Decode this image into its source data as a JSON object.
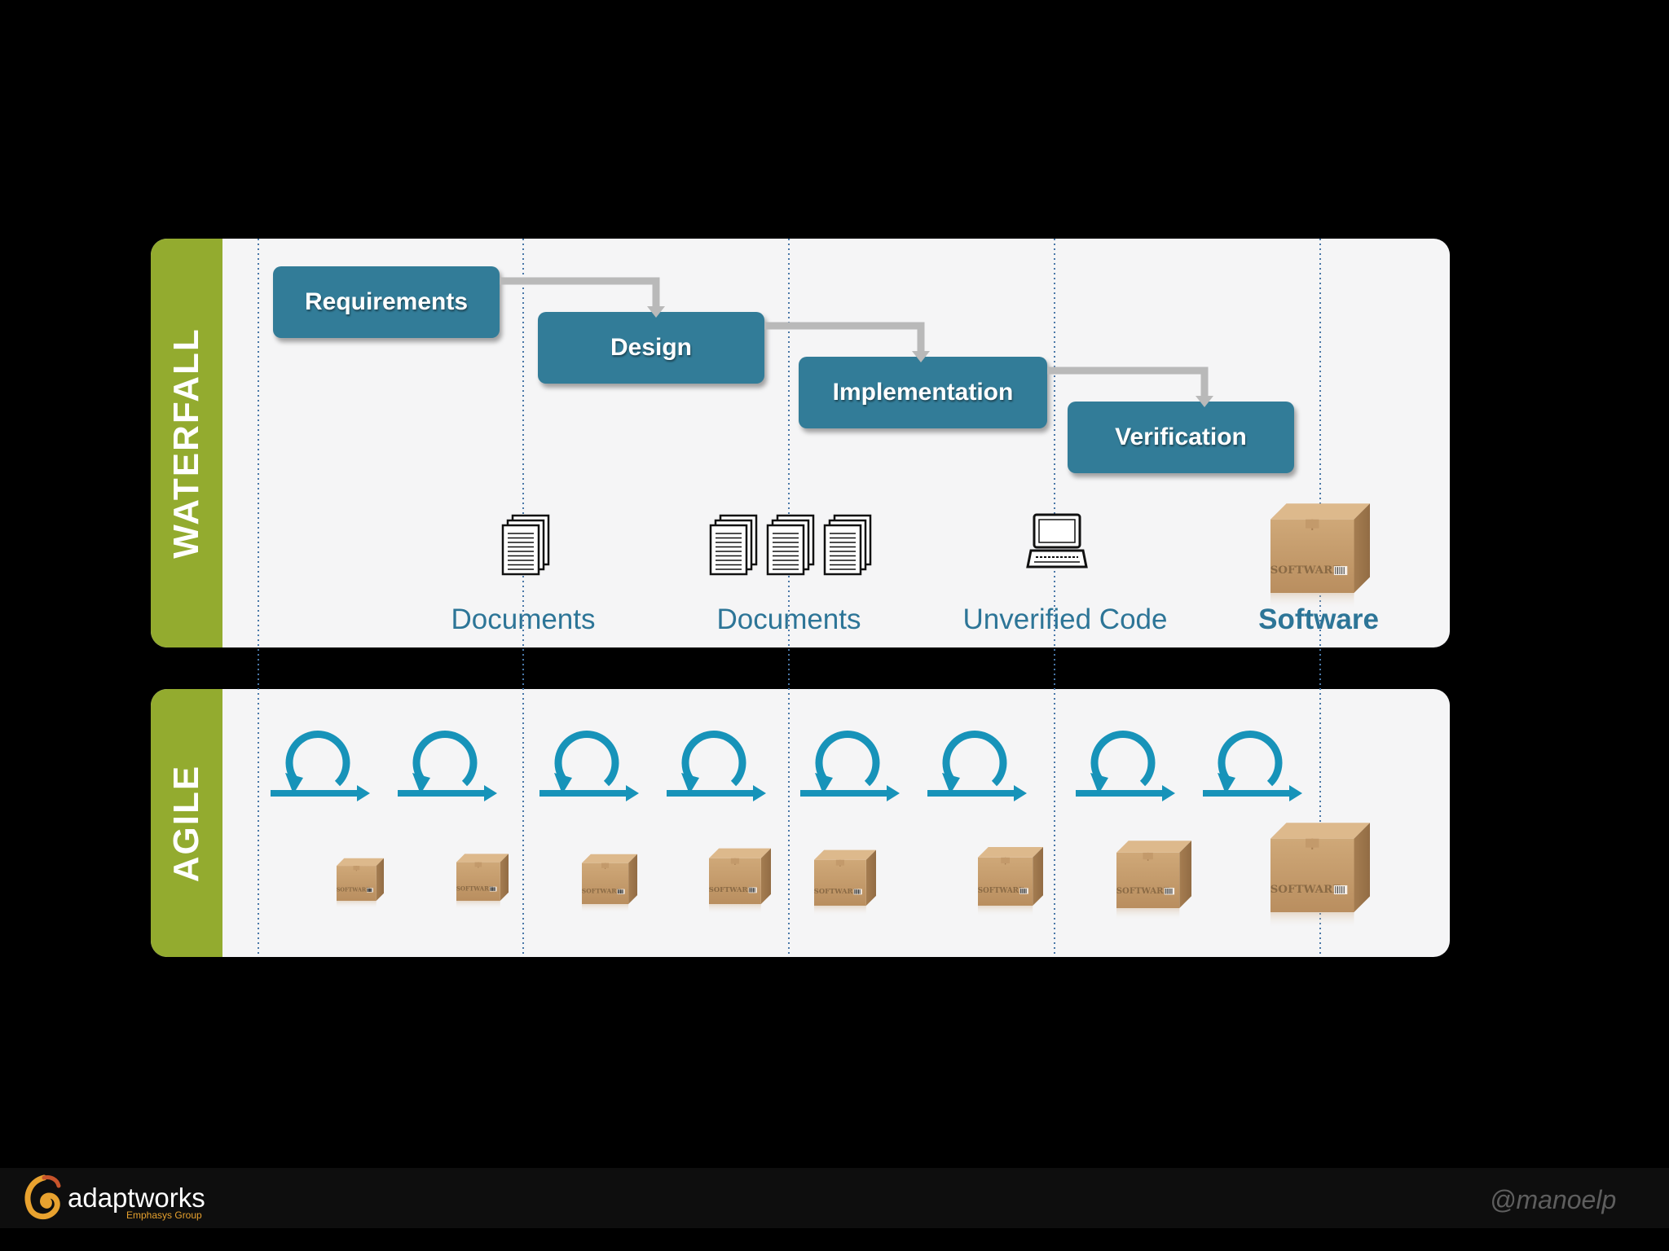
{
  "waterfall": {
    "label": "WATERFALL",
    "phases": [
      "Requirements",
      "Design",
      "Implementation",
      "Verification"
    ],
    "artifacts": [
      {
        "label": "Documents",
        "icon": "document-stack-icon"
      },
      {
        "label": "Documents",
        "icon": "multiple-document-stacks-icon"
      },
      {
        "label": "Unverified Code",
        "icon": "laptop-icon"
      },
      {
        "label": "Software",
        "icon": "software-box-icon"
      }
    ]
  },
  "agile": {
    "label": "AGILE",
    "iterations": 8,
    "iteration_icon": "iteration-loop-icon",
    "increment_icon": "software-box-icon"
  },
  "box_text": "SOFTWARE",
  "footer": {
    "brand": "adaptworks",
    "tagline": "Emphasys Group",
    "handle": "@manoelp"
  },
  "colors": {
    "phase": "#327c98",
    "band": "#93ab2f",
    "loop": "#1793b9",
    "label": "#2d7597"
  }
}
